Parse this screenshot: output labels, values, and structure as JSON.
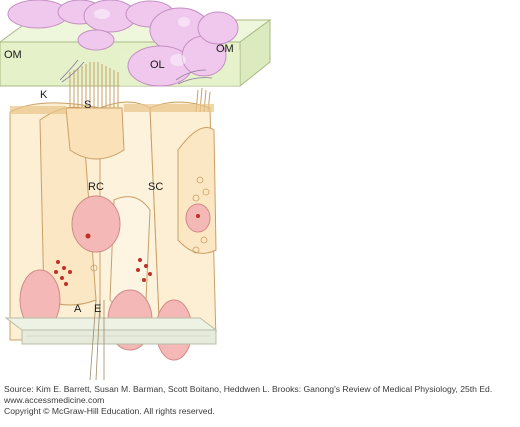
{
  "labels": {
    "om_left": "OM",
    "om_right": "OM",
    "ol": "OL",
    "k": "K",
    "s": "S",
    "rc": "RC",
    "sc": "SC",
    "a": "A",
    "e": "E"
  },
  "caption": {
    "source": "Source: Kim E. Barrett, Susan M. Barman, Scott Boitano, Heddwen L. Brooks: Ganong's Review of Medical Physiology, 25th Ed.",
    "url": "www.accessmedicine.com",
    "copyright": "Copyright © McGraw-Hill Education.  All rights reserved."
  },
  "colors": {
    "cell_fill": "#fdefd3",
    "cell_stroke": "#c9a066",
    "nucleus": "#f4b9b6",
    "membrane": "#e4f1c9",
    "lumen": "#f0c8ee",
    "fiber": "#ddd2ee"
  }
}
